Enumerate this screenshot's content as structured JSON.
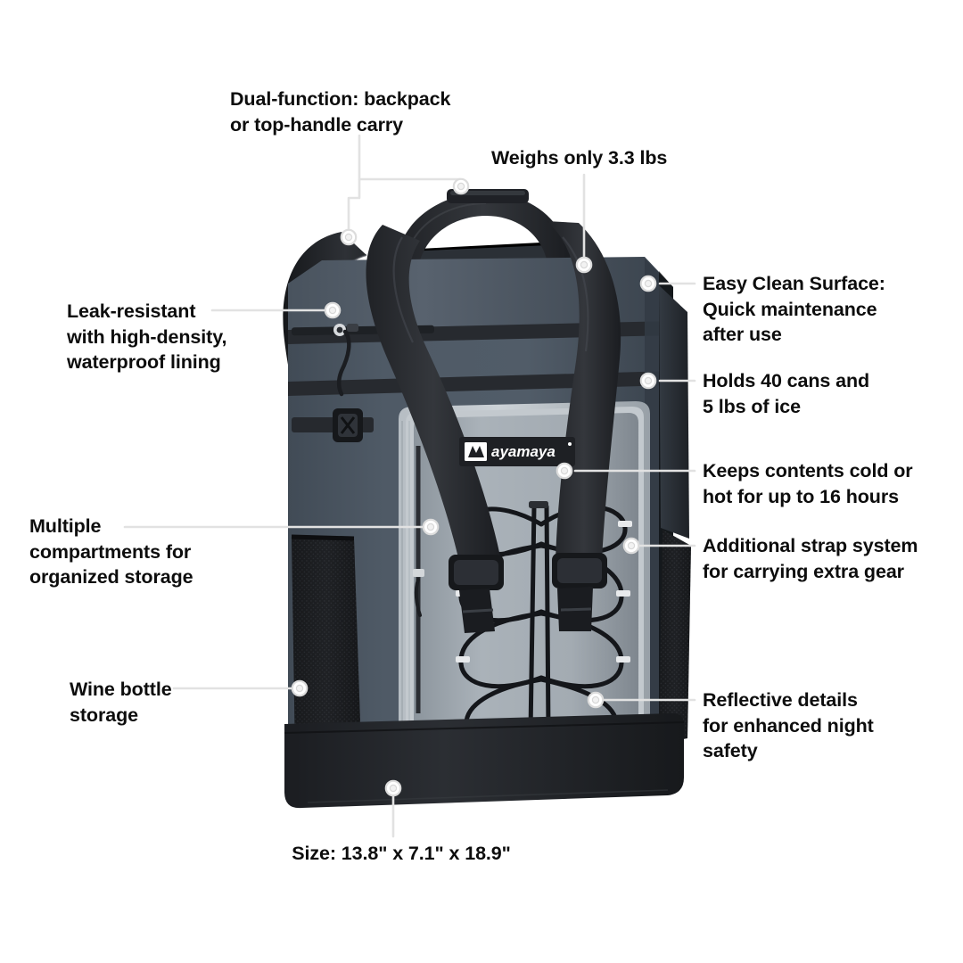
{
  "product": {
    "name": "ayamaya insulated cooler backpack",
    "brand_label": "ayamaya",
    "brand_mark": "mountain-m-icon",
    "colors": {
      "body_slate": "#4b5662",
      "body_slate_dark": "#3c4651",
      "front_panel": "#9aa3ab",
      "front_panel_light": "#b9c0c6",
      "base_black": "#24262a",
      "strap_black": "#2a2c30",
      "mesh_black": "#1d1f22",
      "background": "#ffffff",
      "leader_line": "#e2e2e2",
      "text": "#0d0d0d"
    }
  },
  "callouts": [
    {
      "id": "dual-function",
      "text": "Dual-function: backpack\nor top-handle carry",
      "side": "left-top"
    },
    {
      "id": "weight",
      "text": "Weighs only 3.3 lbs",
      "side": "top-right"
    },
    {
      "id": "leak-resistant",
      "text": "Leak-resistant\nwith high-density,\nwaterproof lining",
      "side": "left"
    },
    {
      "id": "easy-clean",
      "text": "Easy Clean Surface:\nQuick maintenance\nafter use",
      "side": "right"
    },
    {
      "id": "capacity",
      "text": "Holds 40 cans and\n5 lbs of ice",
      "side": "right"
    },
    {
      "id": "temperature",
      "text": "Keeps contents cold or\nhot for up to 16 hours",
      "side": "right"
    },
    {
      "id": "strap-system",
      "text": "Additional strap system\nfor carrying extra gear",
      "side": "right"
    },
    {
      "id": "compartments",
      "text": "Multiple\ncompartments for\norganized storage",
      "side": "left"
    },
    {
      "id": "wine-storage",
      "text": "Wine bottle\nstorage",
      "side": "left"
    },
    {
      "id": "reflective",
      "text": "Reflective details\nfor enhanced night\nsafety",
      "side": "right"
    },
    {
      "id": "size",
      "text": "Size: 13.8\" x 7.1\" x 18.9\"",
      "side": "bottom"
    }
  ]
}
